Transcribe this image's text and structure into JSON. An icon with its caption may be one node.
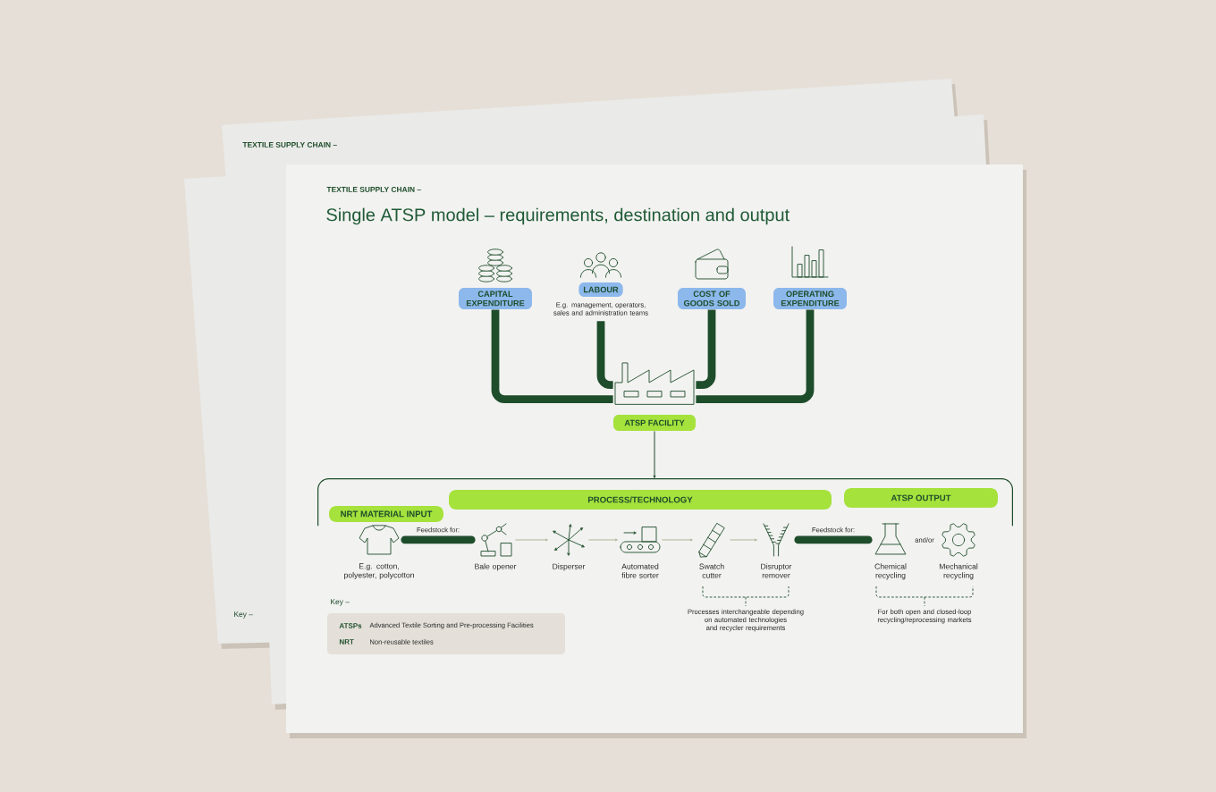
{
  "diagram": {
    "title": "Single ATSP model – requirements, destination and output",
    "nodes": [
      {
        "text": [
          "CAPITAL EXPENDITURE"
        ]
      },
      {
        "text": [
          "LABOUR"
        ],
        "beside": [
          "E.g. management, operators, sales and administration teams"
        ]
      },
      {
        "text": [
          "COST OF GOODS SOLD"
        ]
      },
      {
        "text": [
          "OPERATING EXPENDITURE"
        ]
      },
      {
        "text": [
          "ATSP FACILITY"
        ]
      },
      {
        "text": [],
        "shape": "bracket"
      },
      {
        "text": [
          "NRT MATERIAL INPUT"
        ],
        "in": 5
      },
      {
        "text": [
          "PROCESS/TECHNOLOGY"
        ],
        "in": 5
      },
      {
        "text": [
          "ATSP OUTPUT"
        ],
        "in": 5
      },
      {
        "text": [],
        "shape": "picture",
        "beside": [
          "E.g. cotton, polyester, polycotton"
        ]
      },
      {
        "text": [],
        "shape": "picture",
        "beside": [
          "Bale opener"
        ]
      },
      {
        "text": [],
        "shape": "picture",
        "beside": [
          "Disperser"
        ]
      },
      {
        "text": [],
        "shape": "picture",
        "beside": [
          "Automated fibre sorter"
        ]
      },
      {
        "text": [],
        "shape": "picture",
        "beside": [
          "Swatch cutter"
        ]
      },
      {
        "text": [],
        "shape": "picture",
        "beside": [
          "Disruptor remover"
        ]
      },
      {
        "text": [],
        "shape": "picture",
        "beside": [
          "Chemical recycling"
        ]
      },
      {
        "text": [],
        "shape": "picture",
        "beside": [
          "Mechanical recycling"
        ]
      }
    ],
    "edges": [
      {
        "from": 0,
        "to": 4,
        "arrow": "none"
      },
      {
        "from": 1,
        "to": 4,
        "arrow": "none"
      },
      {
        "from": 2,
        "to": 4,
        "arrow": "none"
      },
      {
        "from": 3,
        "to": 4,
        "arrow": "none"
      },
      {
        "from": 4,
        "to": 5,
        "arrow": "to"
      },
      {
        "from": 9,
        "to": 10,
        "arrow": "none",
        "label": "Feedstock for:"
      },
      {
        "from": 10,
        "to": 11,
        "arrow": "to",
        "color": "#b3b69c"
      },
      {
        "from": 11,
        "to": 12,
        "arrow": "to",
        "color": "#b3b69c"
      },
      {
        "from": 12,
        "to": 13,
        "arrow": "to",
        "color": "#b3b69c"
      },
      {
        "from": 13,
        "to": 14,
        "arrow": "to",
        "color": "#b3b69c"
      },
      {
        "from": 14,
        "to": 15,
        "arrow": "none",
        "label": "Feedstock for:"
      }
    ],
    "labels": [
      "TEXTILE SUPPLY CHAIN –",
      "TEXTILE SUPPLY CHAIN –",
      "and/or",
      "Processes interchangeable depending on automated technologies and recycler requirements",
      "For both open and closed-loop recycling/reprocessing markets",
      "Key –",
      "Key –",
      "ATSPs",
      "Advanced Textile Sorting and Pre-processing Facilities",
      "NRT",
      "Non-reusable textiles"
    ]
  }
}
